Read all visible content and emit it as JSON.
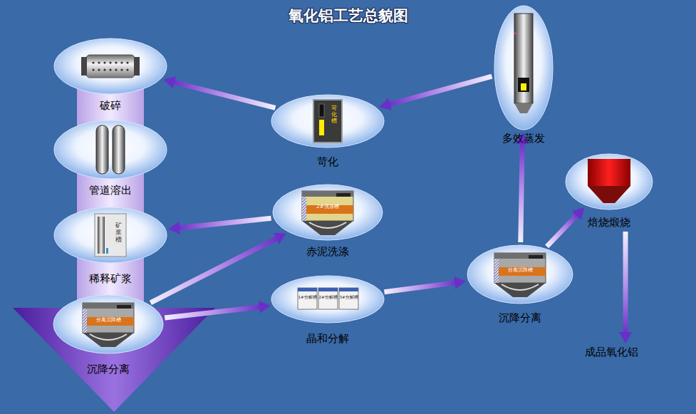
{
  "diagram": {
    "title": "氧化铝工艺总貌图",
    "nodes": [
      {
        "text": [
          "破碎"
        ]
      },
      {
        "text": [
          "管道溶出"
        ]
      },
      {
        "text": [
          "稀释矿浆"
        ]
      },
      {
        "text": [
          "沉降分离"
        ]
      },
      {
        "text": [
          "苛化"
        ]
      },
      {
        "text": [
          "赤泥洗涤"
        ]
      },
      {
        "text": [
          "晶和分解"
        ]
      },
      {
        "text": [
          "多效蒸发"
        ]
      },
      {
        "text": [
          "焙烧煅烧"
        ]
      },
      {
        "text": [
          "沉降分离"
        ]
      },
      {
        "text": [
          "成品氧化铝"
        ]
      }
    ],
    "edges": [
      {
        "from": 4,
        "to": 0,
        "arrow": "to"
      },
      {
        "from": 5,
        "to": 2,
        "arrow": "to"
      },
      {
        "from": 3,
        "to": 5,
        "arrow": "to"
      },
      {
        "from": 3,
        "to": 6,
        "arrow": "to"
      },
      {
        "from": 6,
        "to": 9,
        "arrow": "to"
      },
      {
        "from": 9,
        "to": 7,
        "arrow": "to"
      },
      {
        "from": 7,
        "to": 4,
        "arrow": "to"
      },
      {
        "from": 9,
        "to": 8,
        "arrow": "to"
      },
      {
        "from": 8,
        "to": 10,
        "arrow": "to"
      }
    ],
    "labels": [
      "苛化槽",
      "矿浆槽",
      "分离沉降槽",
      "2#洗涤槽",
      "1#分解槽",
      "2#分解槽",
      "3#分解槽",
      "分离沉降槽"
    ]
  }
}
